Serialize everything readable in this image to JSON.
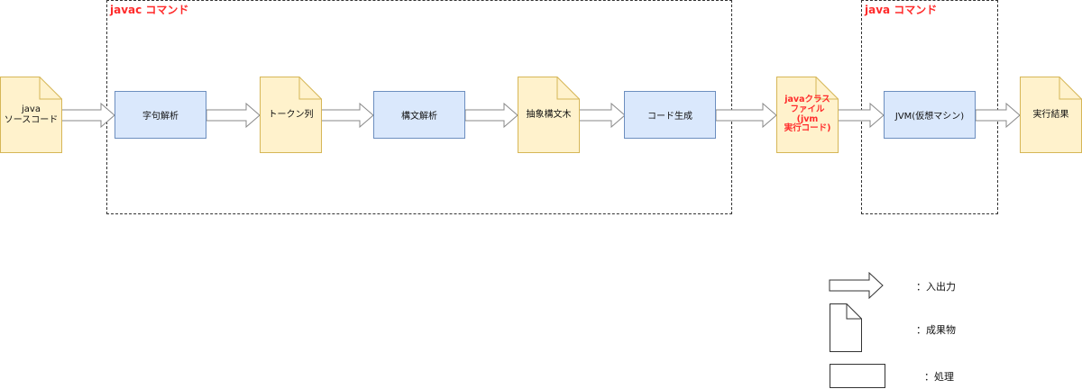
{
  "groups": {
    "javac": {
      "label": "javac コマンド"
    },
    "java": {
      "label": "java コマンド"
    }
  },
  "artifacts": {
    "source": {
      "label": "java\nソースコード"
    },
    "tokens": {
      "label": "トークン列"
    },
    "ast": {
      "label": "抽象構文木"
    },
    "classfile": {
      "label": "javaクラス\nファイル\n(jvm\n実行コード)"
    },
    "result": {
      "label": "実行結果"
    }
  },
  "processes": {
    "lexer": {
      "label": "字句解析"
    },
    "parser": {
      "label": "構文解析"
    },
    "codegen": {
      "label": "コード生成"
    },
    "jvm": {
      "label": "JVM(仮想マシン)"
    }
  },
  "legend": {
    "arrow": "：入出力",
    "document": "：成果物",
    "process": "：処理"
  },
  "colors": {
    "artifact_fill": "#fff2cc",
    "artifact_stroke": "#d6b656",
    "process_fill": "#dae8fc",
    "process_stroke": "#6c8ebf",
    "group_label": "#ff2b2b"
  }
}
